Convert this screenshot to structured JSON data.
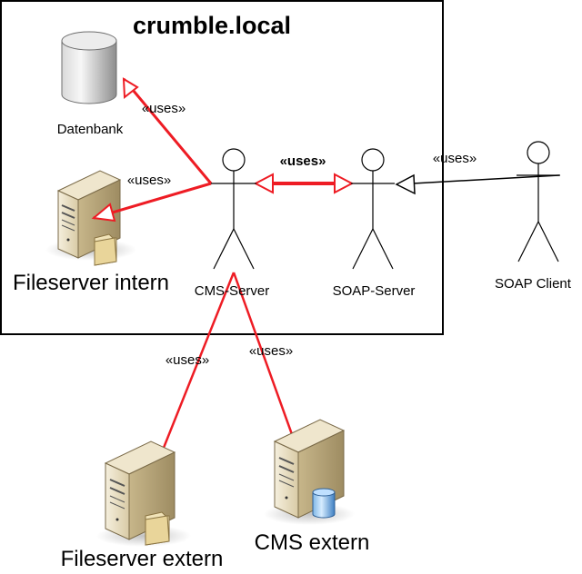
{
  "boundary": {
    "title": "crumble.local"
  },
  "nodes": {
    "datenbank": {
      "label": "Datenbank",
      "type": "database"
    },
    "fileserver_intern": {
      "label": "Fileserver intern",
      "type": "server"
    },
    "cms_server": {
      "label": "CMS-Server",
      "type": "actor"
    },
    "soap_server": {
      "label": "SOAP-Server",
      "type": "actor"
    },
    "soap_client": {
      "label": "SOAP Client",
      "type": "actor"
    },
    "fileserver_extern": {
      "label": "Fileserver extern",
      "type": "server"
    },
    "cms_extern": {
      "label": "CMS extern",
      "type": "server-database"
    }
  },
  "relations": [
    {
      "id": "cms-datenbank",
      "from": "CMS-Server",
      "to": "Datenbank",
      "label": "«uses»"
    },
    {
      "id": "cms-fileserver-intern",
      "from": "CMS-Server",
      "to": "Fileserver intern",
      "label": "«uses»"
    },
    {
      "id": "cms-soap",
      "from": "CMS-Server",
      "to": "SOAP-Server",
      "label": "«uses»"
    },
    {
      "id": "client-soap",
      "from": "SOAP Client",
      "to": "SOAP-Server",
      "label": "«uses»"
    },
    {
      "id": "cms-fileserver-extern",
      "from": "CMS-Server",
      "to": "Fileserver extern",
      "label": "«uses»"
    },
    {
      "id": "cms-cms-extern",
      "from": "CMS-Server",
      "to": "CMS extern",
      "label": "«uses»"
    }
  ],
  "colors": {
    "uses_line": "#ee1c24",
    "outline": "#000000",
    "server_body": "#e8dcc0",
    "db_body": "#c9c9c9"
  }
}
